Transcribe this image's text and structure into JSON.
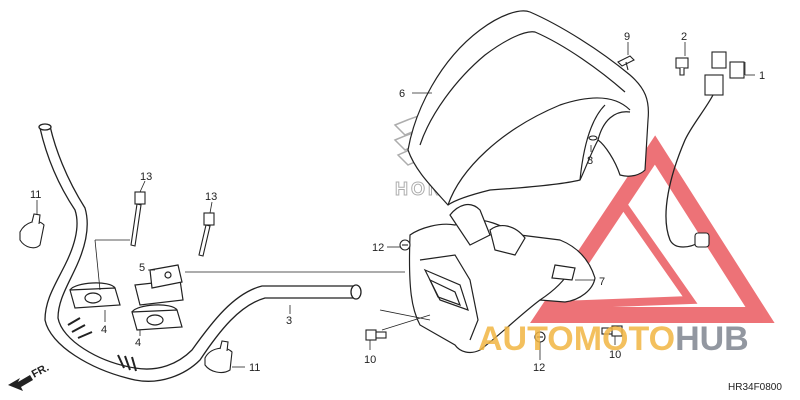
{
  "diagram": {
    "code": "HR34F0800",
    "direction_label": "FR."
  },
  "callouts": [
    {
      "id": "c1",
      "label": "1"
    },
    {
      "id": "c2",
      "label": "2"
    },
    {
      "id": "c3",
      "label": "3"
    },
    {
      "id": "c4a",
      "label": "4"
    },
    {
      "id": "c4b",
      "label": "4"
    },
    {
      "id": "c5",
      "label": "5"
    },
    {
      "id": "c6",
      "label": "6"
    },
    {
      "id": "c7",
      "label": "7"
    },
    {
      "id": "c8",
      "label": "8"
    },
    {
      "id": "c9",
      "label": "9"
    },
    {
      "id": "c10a",
      "label": "10"
    },
    {
      "id": "c10b",
      "label": "10"
    },
    {
      "id": "c11a",
      "label": "11"
    },
    {
      "id": "c11b",
      "label": "11"
    },
    {
      "id": "c12a",
      "label": "12"
    },
    {
      "id": "c12b",
      "label": "12"
    },
    {
      "id": "c13a",
      "label": "13"
    },
    {
      "id": "c13b",
      "label": "13"
    }
  ],
  "watermark": {
    "part1": "AUTOMOTO",
    "part2": "HUB",
    "color_primary": "#f2b642",
    "color_secondary": "#7f8590",
    "triangle_color": "#e8444a"
  },
  "logo": {
    "text": "HONDA"
  }
}
